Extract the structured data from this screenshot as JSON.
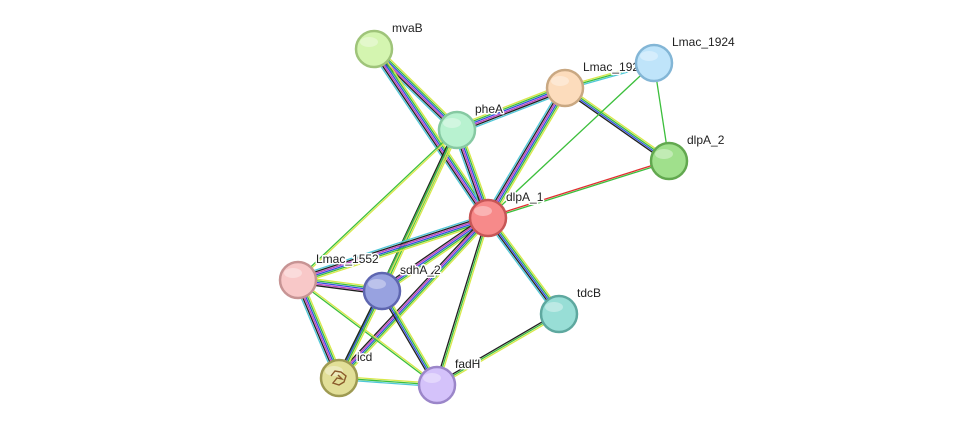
{
  "network": {
    "nodes": [
      {
        "id": "mvaB",
        "label": "mvaB",
        "fill": "#d4f5b0",
        "stroke": "#9fc47a"
      },
      {
        "id": "pheA",
        "label": "pheA",
        "fill": "#b8f2d0",
        "stroke": "#86c9a2"
      },
      {
        "id": "Lmac_1925",
        "label": "Lmac_1925",
        "fill": "#fcdcbc",
        "stroke": "#c9a882"
      },
      {
        "id": "Lmac_1924",
        "label": "Lmac_1924",
        "fill": "#bfe4fa",
        "stroke": "#83b6d6"
      },
      {
        "id": "dlpA_2",
        "label": "dlpA_2",
        "fill": "#a0e08c",
        "stroke": "#62a84f"
      },
      {
        "id": "dlpA_1",
        "label": "dlpA_1",
        "fill": "#f78a8a",
        "stroke": "#c75656"
      },
      {
        "id": "Lmac_1552",
        "label": "Lmac_1552",
        "fill": "#f8c8c8",
        "stroke": "#c79494"
      },
      {
        "id": "sdhA_2",
        "label": "sdhA_2",
        "fill": "#98a2e0",
        "stroke": "#5e66b0"
      },
      {
        "id": "tdcB",
        "label": "tdcB",
        "fill": "#98ded6",
        "stroke": "#5ea89f"
      },
      {
        "id": "icd",
        "label": "icd",
        "fill": "#e2df98",
        "stroke": "#9e9a52",
        "has_structure": true
      },
      {
        "id": "fadH",
        "label": "fadH",
        "fill": "#d4c2fa",
        "stroke": "#9b86c9"
      }
    ],
    "edges": [
      {
        "source": "mvaB",
        "target": "pheA",
        "colors": [
          "#d8e84a",
          "#3cbf3c",
          "#3050e0",
          "#c040c0",
          "#202020",
          "#50c8d8"
        ]
      },
      {
        "source": "mvaB",
        "target": "dlpA_1",
        "colors": [
          "#d8e84a",
          "#3cbf3c",
          "#3050e0",
          "#c040c0",
          "#202020",
          "#50c8d8"
        ]
      },
      {
        "source": "pheA",
        "target": "Lmac_1925",
        "colors": [
          "#d8e84a",
          "#3cbf3c",
          "#3050e0",
          "#c040c0",
          "#202020",
          "#50c8d8"
        ]
      },
      {
        "source": "pheA",
        "target": "dlpA_1",
        "colors": [
          "#d8e84a",
          "#3cbf3c",
          "#3050e0",
          "#c040c0",
          "#202020",
          "#50c8d8"
        ]
      },
      {
        "source": "pheA",
        "target": "Lmac_1552",
        "colors": [
          "#d8e84a",
          "#3cbf3c"
        ]
      },
      {
        "source": "pheA",
        "target": "sdhA_2",
        "colors": [
          "#d8e84a",
          "#3cbf3c",
          "#3050e0",
          "#202020"
        ]
      },
      {
        "source": "pheA",
        "target": "icd",
        "colors": [
          "#d8e84a",
          "#3cbf3c"
        ]
      },
      {
        "source": "Lmac_1925",
        "target": "Lmac_1924",
        "colors": [
          "#d8e84a",
          "#3cbf3c",
          "#50c8d8"
        ]
      },
      {
        "source": "Lmac_1925",
        "target": "dlpA_2",
        "colors": [
          "#d8e84a",
          "#3cbf3c",
          "#3050e0",
          "#202020"
        ]
      },
      {
        "source": "Lmac_1925",
        "target": "dlpA_1",
        "colors": [
          "#d8e84a",
          "#3cbf3c",
          "#3050e0",
          "#c040c0",
          "#202020",
          "#50c8d8"
        ]
      },
      {
        "source": "Lmac_1924",
        "target": "dlpA_2",
        "colors": [
          "#3cbf3c"
        ]
      },
      {
        "source": "Lmac_1924",
        "target": "dlpA_1",
        "colors": [
          "#3cbf3c"
        ]
      },
      {
        "source": "dlpA_2",
        "target": "dlpA_1",
        "colors": [
          "#3cbf3c",
          "#e03030"
        ]
      },
      {
        "source": "dlpA_1",
        "target": "Lmac_1552",
        "colors": [
          "#d8e84a",
          "#3cbf3c",
          "#3050e0",
          "#c040c0",
          "#202020",
          "#50c8d8"
        ]
      },
      {
        "source": "dlpA_1",
        "target": "sdhA_2",
        "colors": [
          "#d8e84a",
          "#3cbf3c",
          "#3050e0",
          "#c040c0",
          "#202020"
        ]
      },
      {
        "source": "dlpA_1",
        "target": "tdcB",
        "colors": [
          "#d8e84a",
          "#3cbf3c",
          "#3050e0",
          "#202020",
          "#50c8d8"
        ]
      },
      {
        "source": "dlpA_1",
        "target": "icd",
        "colors": [
          "#d8e84a",
          "#3cbf3c",
          "#3050e0",
          "#c040c0",
          "#202020"
        ]
      },
      {
        "source": "dlpA_1",
        "target": "fadH",
        "colors": [
          "#d8e84a",
          "#3cbf3c",
          "#202020"
        ]
      },
      {
        "source": "Lmac_1552",
        "target": "sdhA_2",
        "colors": [
          "#d8e84a",
          "#3cbf3c",
          "#3050e0",
          "#c040c0",
          "#202020"
        ]
      },
      {
        "source": "Lmac_1552",
        "target": "icd",
        "colors": [
          "#d8e84a",
          "#3cbf3c",
          "#3050e0",
          "#c040c0",
          "#202020",
          "#50c8d8"
        ]
      },
      {
        "source": "Lmac_1552",
        "target": "fadH",
        "colors": [
          "#d8e84a",
          "#3cbf3c"
        ]
      },
      {
        "source": "sdhA_2",
        "target": "icd",
        "colors": [
          "#d8e84a",
          "#3cbf3c",
          "#3050e0",
          "#202020"
        ]
      },
      {
        "source": "sdhA_2",
        "target": "fadH",
        "colors": [
          "#d8e84a",
          "#3cbf3c",
          "#3050e0",
          "#202020"
        ]
      },
      {
        "source": "tdcB",
        "target": "fadH",
        "colors": [
          "#d8e84a",
          "#3cbf3c",
          "#202020"
        ]
      },
      {
        "source": "icd",
        "target": "fadH",
        "colors": [
          "#d8e84a",
          "#3cbf3c",
          "#50c8d8"
        ]
      }
    ]
  }
}
